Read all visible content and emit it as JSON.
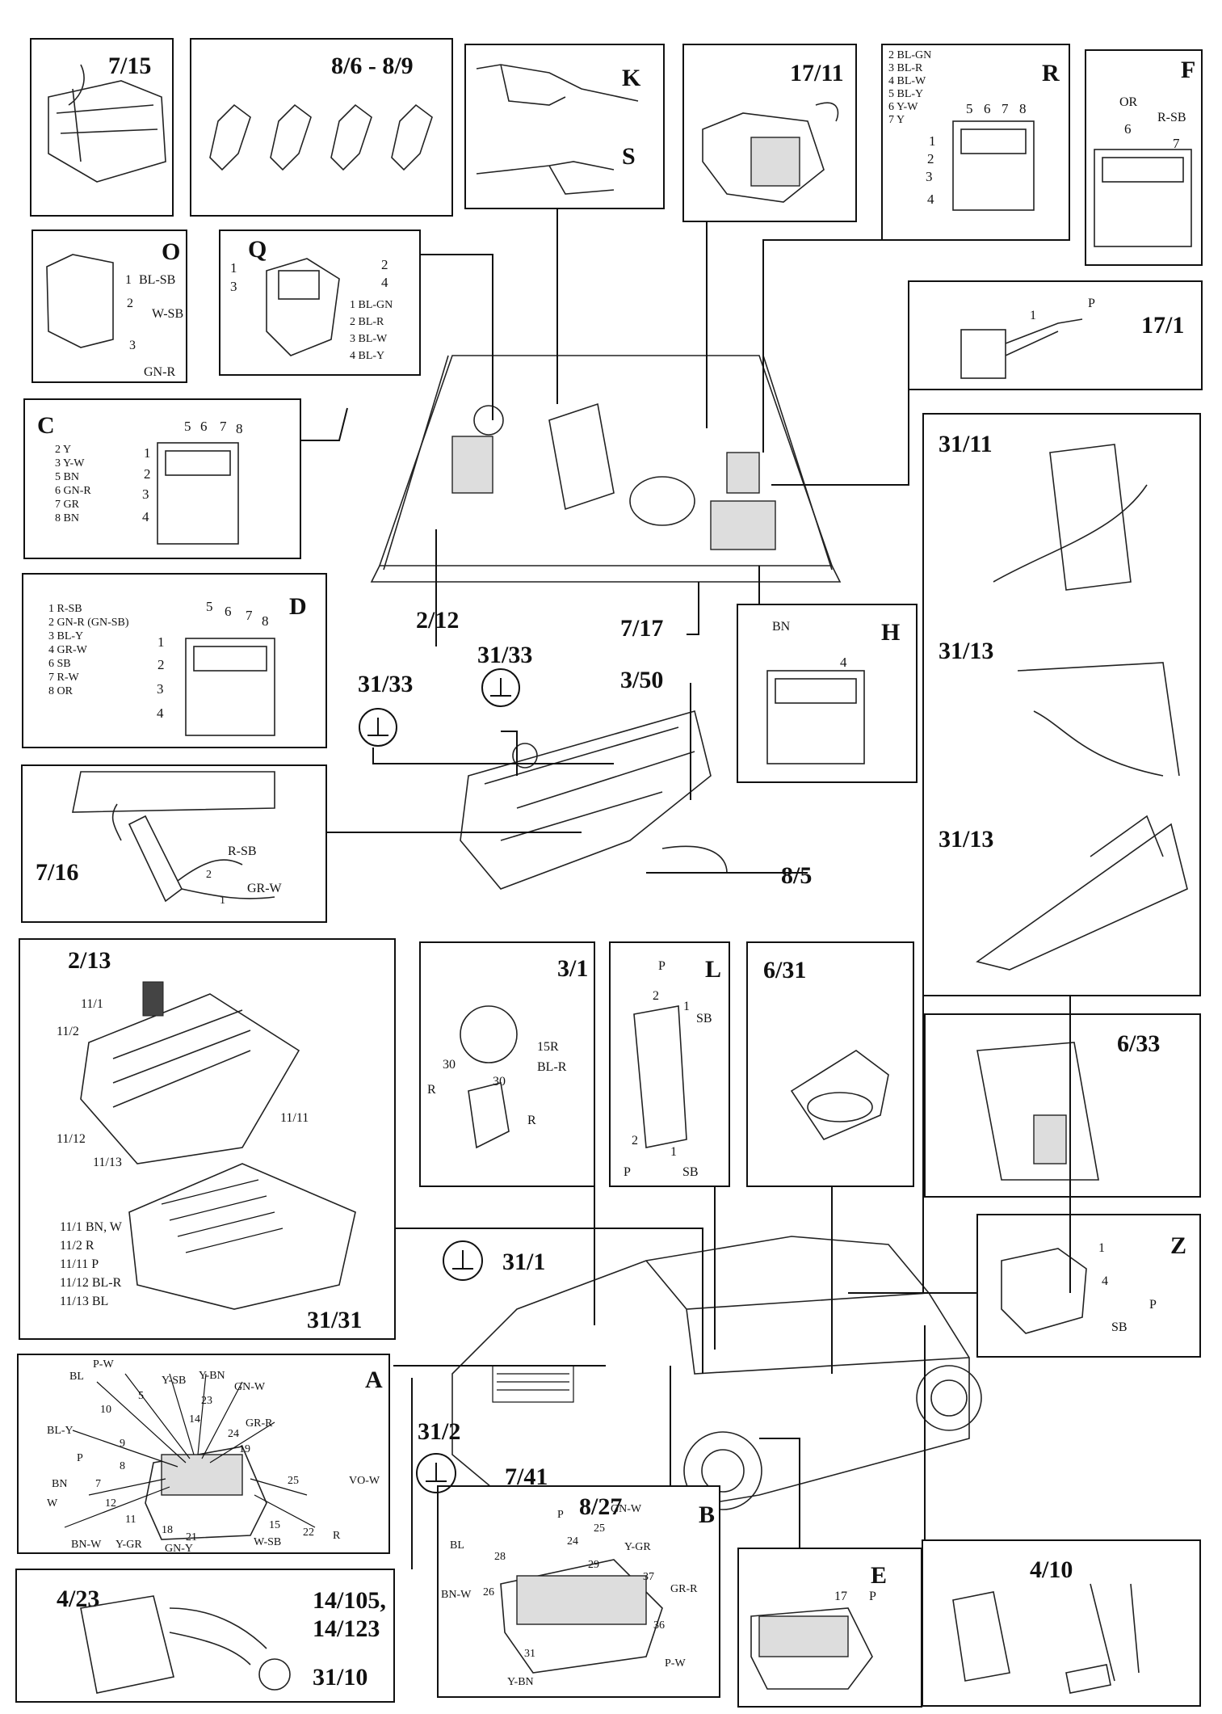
{
  "panels": {
    "p7_15": {
      "title": "7/15"
    },
    "p8_6": {
      "title": "8/6 - 8/9"
    },
    "K": {
      "title": "K",
      "sub": "S"
    },
    "p17_11": {
      "title": "17/11"
    },
    "R": {
      "title": "R",
      "wires": [
        "2 BL-GN",
        "3 BL-R",
        "4 BL-W",
        "5 BL-Y",
        "6 Y-W",
        "7 Y"
      ],
      "pins": [
        "5",
        "6",
        "7",
        "8",
        "1",
        "2",
        "3",
        "4"
      ]
    },
    "F": {
      "title": "F",
      "w1": "OR",
      "w2": "R-SB",
      "n1": "6",
      "n2": "7"
    },
    "O": {
      "title": "O",
      "l1": "1",
      "w1": "BL-SB",
      "l2": "2",
      "w2": "W-SB",
      "l3": "3",
      "w3": "GN-R"
    },
    "Q": {
      "title": "Q",
      "pins": [
        "1",
        "2",
        "3",
        "4"
      ],
      "wires": [
        "1 BL-GN",
        "2 BL-R",
        "3 BL-W",
        "4 BL-Y"
      ]
    },
    "p17_1": {
      "title": "17/1",
      "n": "1",
      "w": "P"
    },
    "C": {
      "title": "C",
      "wires": [
        "2 Y",
        "3 Y-W",
        "5 BN",
        "6 GN-R",
        "7 GR",
        "8 BN"
      ],
      "pins": [
        "5",
        "6",
        "7",
        "8",
        "1",
        "2",
        "3",
        "4"
      ]
    },
    "D": {
      "title": "D",
      "wires": [
        "1 R-SB",
        "2 GN-R (GN-SB)",
        "3 BL-Y",
        "4 GR-W",
        "6 SB",
        "7 R-W",
        "8 OR"
      ],
      "pins": [
        "5",
        "6",
        "7",
        "8",
        "1",
        "2",
        "3",
        "4"
      ]
    },
    "p7_16": {
      "title": "7/16",
      "w1": "R-SB",
      "w2": "GR-W",
      "n1": "2",
      "n2": "1"
    },
    "H": {
      "title": "H",
      "w": "BN",
      "n": "4"
    },
    "p31_11": {
      "title": "31/11"
    },
    "p31_13a": {
      "title": "31/13"
    },
    "p31_13b": {
      "title": "31/13"
    },
    "p2_13": {
      "title": "2/13",
      "l1": "11/1",
      "l2": "11/2",
      "l3": "11/11",
      "l4": "11/12",
      "l5": "11/13",
      "legend": [
        "11/1 BN, W",
        "11/2 R",
        "11/11 P",
        "11/12 BL-R",
        "11/13 BL"
      ],
      "sub": "31/31"
    },
    "p3_1": {
      "title": "3/1",
      "a": "30",
      "b": "15R",
      "c": "R",
      "d": "30",
      "e": "BL-R",
      "f": "R"
    },
    "L": {
      "title": "L",
      "a": "P",
      "b": "2",
      "c": "1",
      "d": "SB",
      "e": "2",
      "f": "P",
      "g": "1",
      "h": "SB"
    },
    "p6_31": {
      "title": "6/31"
    },
    "p6_33": {
      "title": "6/33"
    },
    "Z": {
      "title": "Z",
      "a": "1",
      "b": "4",
      "c": "P",
      "d": "SB"
    },
    "A": {
      "title": "A",
      "labels": [
        "P-W",
        "Y-SB",
        "Y-BN",
        "GN-W",
        "BL",
        "5",
        "23",
        "GR-R",
        "10",
        "14",
        "24",
        "BL-Y",
        "9",
        "19",
        "P",
        "8",
        "BN",
        "7",
        "25",
        "VO-W",
        "W",
        "12",
        "11",
        "18",
        "21",
        "15",
        "22",
        "R",
        "BN-W",
        "Y-GR",
        "GN-Y",
        "W-SB"
      ]
    },
    "B": {
      "title": "B",
      "labels": [
        "P",
        "GN-W",
        "BL",
        "28",
        "24",
        "25",
        "Y-GR",
        "29",
        "BN-W",
        "26",
        "37",
        "GR-R",
        "36",
        "31",
        "Y-BN",
        "P-W"
      ]
    },
    "E": {
      "title": "E",
      "n": "17",
      "w": "P"
    },
    "p4_10": {
      "title": "4/10"
    },
    "p4_23": {
      "title": "4/23",
      "sub1": "14/105,",
      "sub2": "14/123",
      "g": "31/10"
    }
  },
  "callouts": {
    "c2_12": "2/12",
    "c7_17": "7/17",
    "c31_33a": "31/33",
    "c31_33b": "31/33",
    "c3_50": "3/50",
    "c8_5": "8/5",
    "c31_1": "31/1",
    "c31_2": "31/2",
    "c7_41": "7/41",
    "c8_27": "8/27"
  }
}
